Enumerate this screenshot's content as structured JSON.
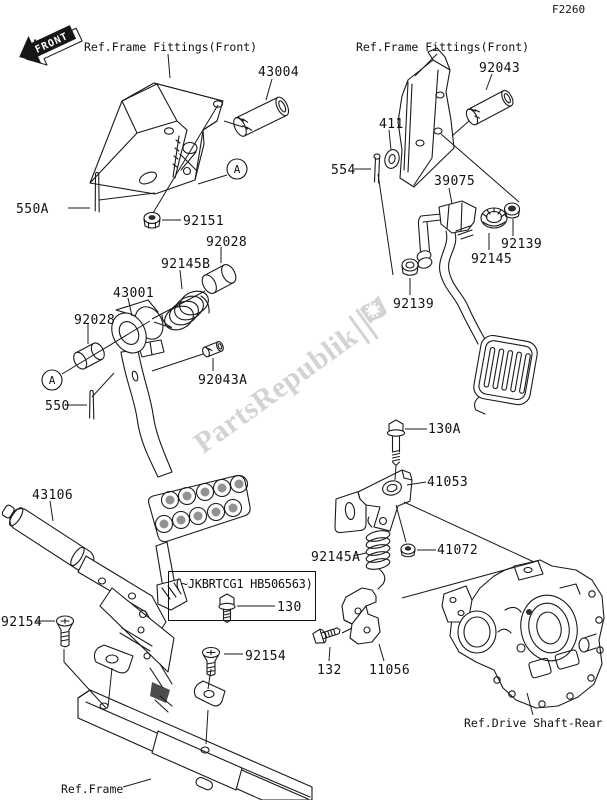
{
  "page_code": "F2260",
  "front_badge": "FRONT",
  "detail_marker": "A",
  "watermark": {
    "text": "PartsRepublik",
    "color": "#c9c9c9"
  },
  "refs": {
    "frame_fittings_front_left": "Ref.Frame Fittings(Front)",
    "frame_fittings_front_right": "Ref.Frame Fittings(Front)",
    "drive_shaft_rear": "Ref.Drive Shaft-Rear",
    "frame": "Ref.Frame"
  },
  "vin_note": {
    "range": "(~JKBRTCG1 HB506563)",
    "part": "130"
  },
  "labels": {
    "l43004": "43004",
    "l92043": "92043",
    "l411": "411",
    "l554": "554",
    "l39075": "39075",
    "l92139_right": "92139",
    "l92145": "92145",
    "l92139_left": "92139",
    "l550A": "550A",
    "l92151": "92151",
    "l92028_right": "92028",
    "l92145B": "92145B",
    "l43001": "43001",
    "l92028_left": "92028",
    "l92043A": "92043A",
    "l550": "550",
    "l43106": "43106",
    "l130A": "130A",
    "l41053": "41053",
    "l92145A": "92145A",
    "l41072": "41072",
    "l92154_left": "92154",
    "l92154_right": "92154",
    "l132": "132",
    "l11056": "11056"
  },
  "colors": {
    "line": "#1a1a1a",
    "background": "#ffffff",
    "watermark": "#c9c9c9"
  }
}
